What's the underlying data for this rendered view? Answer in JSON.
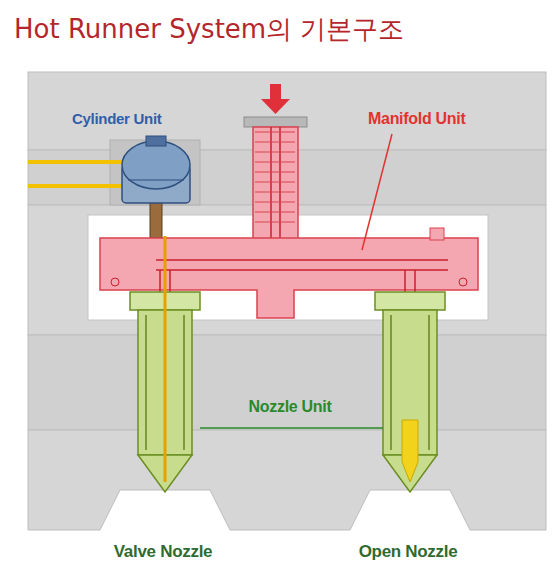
{
  "diagram": {
    "title": "Hot Runner System의 기본구조",
    "labels": [
      "Cylinder Unit",
      "Manifold Unit",
      "Nozzle Unit",
      "Valve Nozzle",
      "Open Nozzle"
    ]
  }
}
